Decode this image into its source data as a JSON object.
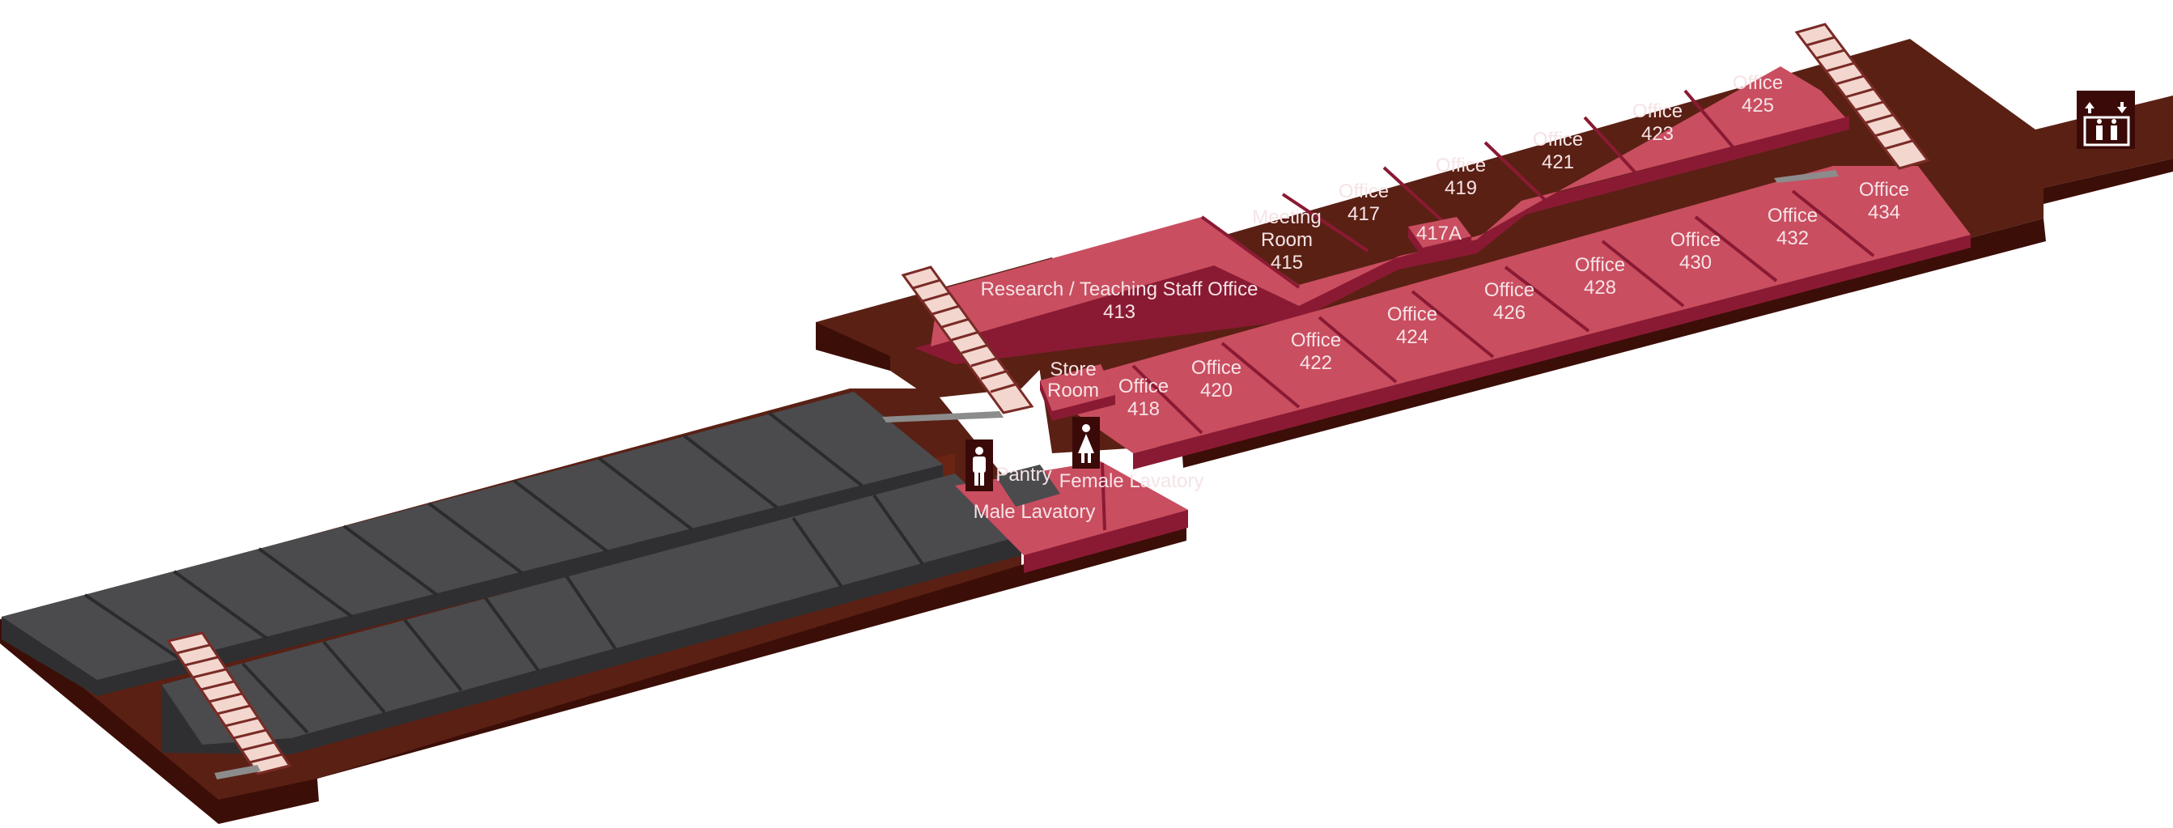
{
  "colors": {
    "floor": "#5a2014",
    "floor_side": "#3c0e08",
    "room": "#c94e60",
    "room_side": "#8a1a33",
    "unassigned": "#4b4b4d",
    "unassigned_side": "#2f2f31",
    "stair": "#f3d7cf",
    "stair_border": "#7a2b26",
    "icon_bg": "#3a0a08",
    "icon_fg": "#ffffff"
  },
  "rooms": {
    "r413": {
      "line1": "Research / Teaching Staff Office",
      "line2": "413"
    },
    "r415": {
      "line1": "Meeting",
      "line2": "Room",
      "line3": "415"
    },
    "r417": {
      "line1": "Office",
      "line2": "417"
    },
    "r417a": {
      "line1": "417A"
    },
    "r419": {
      "line1": "Office",
      "line2": "419"
    },
    "r421": {
      "line1": "Office",
      "line2": "421"
    },
    "r423": {
      "line1": "Office",
      "line2": "423"
    },
    "r425": {
      "line1": "Office",
      "line2": "425"
    },
    "r418": {
      "line1": "Office",
      "line2": "418"
    },
    "r420": {
      "line1": "Office",
      "line2": "420"
    },
    "r422": {
      "line1": "Office",
      "line2": "422"
    },
    "r424": {
      "line1": "Office",
      "line2": "424"
    },
    "r426": {
      "line1": "Office",
      "line2": "426"
    },
    "r428": {
      "line1": "Office",
      "line2": "428"
    },
    "r430": {
      "line1": "Office",
      "line2": "430"
    },
    "r432": {
      "line1": "Office",
      "line2": "432"
    },
    "r434": {
      "line1": "Office",
      "line2": "434"
    },
    "store": {
      "line1": "Store",
      "line2": "Room"
    },
    "pantry": {
      "line1": "Pantry"
    },
    "male_lav": {
      "line1": "Male Lavatory"
    },
    "female_lav": {
      "line1": "Female Lavatory"
    }
  },
  "icons": {
    "male": "male-person-icon",
    "female": "female-person-icon",
    "lift": "lift-icon",
    "stairs": "stairs-icon"
  }
}
